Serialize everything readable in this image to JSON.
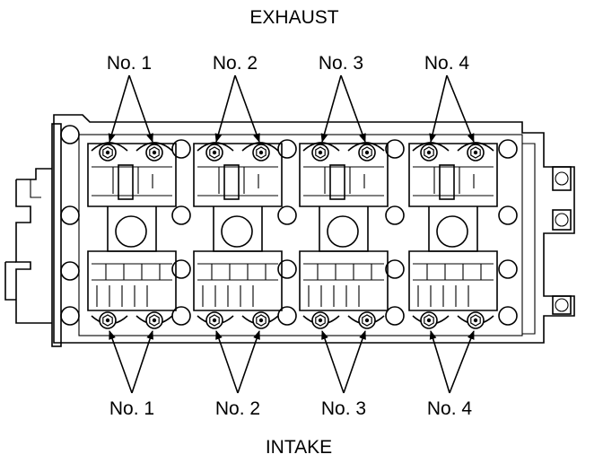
{
  "labels": {
    "top": "EXHAUST",
    "bottom": "INTAKE"
  },
  "exhaust_bolts": [
    {
      "name": "No. 1"
    },
    {
      "name": "No. 2"
    },
    {
      "name": "No. 3"
    },
    {
      "name": "No. 4"
    }
  ],
  "intake_bolts": [
    {
      "name": "No. 1"
    },
    {
      "name": "No. 2"
    },
    {
      "name": "No. 3"
    },
    {
      "name": "No. 4"
    }
  ],
  "colors": {
    "line": "#000000",
    "background": "#ffffff"
  }
}
